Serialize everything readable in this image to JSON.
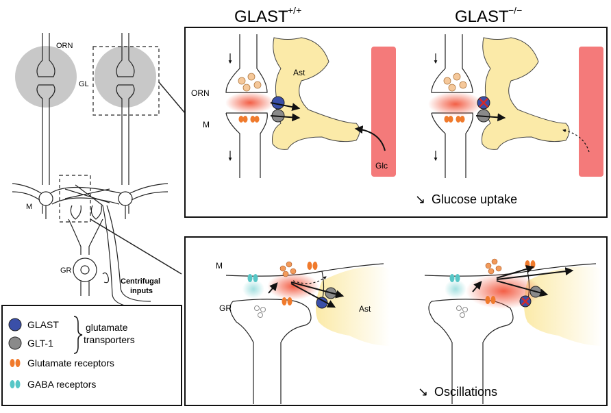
{
  "headings": {
    "wt": "GLAST",
    "wt_sup": "+/+",
    "ko": "GLAST",
    "ko_sup": "−/−"
  },
  "overview_labels": {
    "orn": "ORN",
    "gl": "GL",
    "m": "M",
    "gr": "GR",
    "centrifugal_line1": "Centrifugal",
    "centrifugal_line2": "inputs"
  },
  "top_panel": {
    "ast": "Ast",
    "orn": "ORN",
    "m": "M",
    "glc": "Glc",
    "caption": "Glucose uptake",
    "caption_arrow": "↘"
  },
  "bottom_panel": {
    "m": "M",
    "gr": "GR",
    "ast": "Ast",
    "caption": "Oscillations",
    "caption_arrow": "↘"
  },
  "legend": {
    "glast": "GLAST",
    "glt1": "GLT-1",
    "transporters_line1": "glutamate",
    "transporters_line2": "transporters",
    "glut_receptors": "Glutamate receptors",
    "gaba_receptors": "GABA receptors"
  },
  "colors": {
    "glast": "#3a4fa8",
    "glt1": "#8a8a8a",
    "glutamate_receptor": "#f07a2c",
    "gaba_receptor": "#57c6c6",
    "astrocyte": "#fbeaa8",
    "vessel": "#f47a7a",
    "glutamate_cloud": "#f2563c",
    "vesicle_orn": "#f5c89a",
    "vesicle_m": "#f29a5a",
    "knockout_mark": "#d12b2b"
  }
}
